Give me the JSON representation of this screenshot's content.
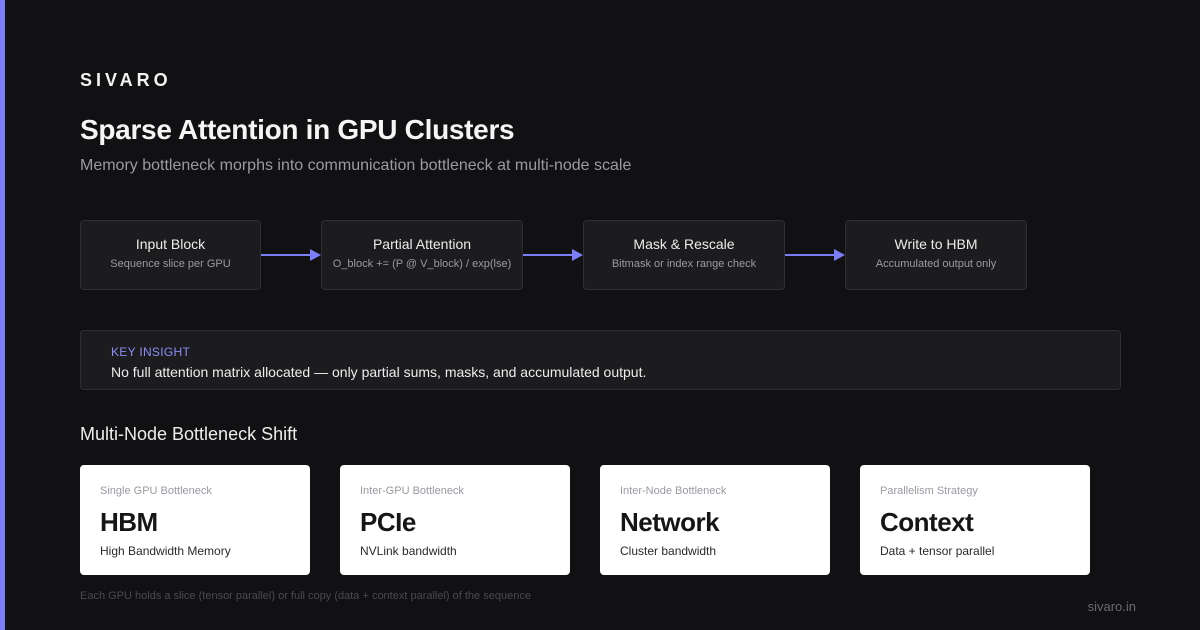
{
  "brand": "SIVARO",
  "title": "Sparse Attention in GPU Clusters",
  "subtitle": "Memory bottleneck morphs into communication bottleneck at multi-node scale",
  "flow": [
    {
      "title": "Input Block",
      "subtitle": "Sequence slice per GPU"
    },
    {
      "title": "Partial Attention",
      "subtitle": "O_block += (P @ V_block) / exp(lse)"
    },
    {
      "title": "Mask & Rescale",
      "subtitle": "Bitmask or index range check"
    },
    {
      "title": "Write to HBM",
      "subtitle": "Accumulated output only"
    }
  ],
  "insight": {
    "label": "KEY INSIGHT",
    "text": "No full attention matrix allocated — only partial sums, masks, and accumulated output."
  },
  "section_title": "Multi-Node Bottleneck Shift",
  "cards": [
    {
      "label": "Single GPU Bottleneck",
      "value": "HBM",
      "desc": "High Bandwidth Memory"
    },
    {
      "label": "Inter-GPU Bottleneck",
      "value": "PCIe",
      "desc": "NVLink bandwidth"
    },
    {
      "label": "Inter-Node Bottleneck",
      "value": "Network",
      "desc": "Cluster bandwidth"
    },
    {
      "label": "Parallelism Strategy",
      "value": "Context",
      "desc": "Data + tensor parallel"
    }
  ],
  "footnote": "Each GPU holds a slice (tensor parallel) or full copy (data + context parallel) of the sequence",
  "site": "sivaro.in",
  "colors": {
    "accent": "#7b7ef5",
    "background": "#111113",
    "card": "#ffffff"
  }
}
